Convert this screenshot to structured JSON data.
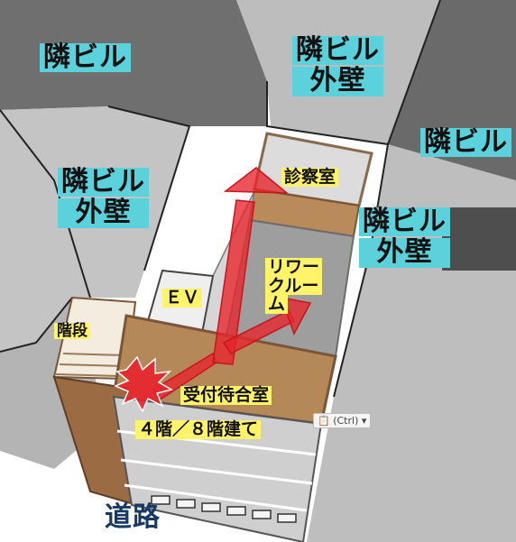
{
  "labels": {
    "neighbor_building_top_left": "隣ビル",
    "neighbor_wall_top_center_line1": "隣ビル",
    "neighbor_wall_top_center_line2": "外壁",
    "neighbor_building_right": "隣ビル",
    "neighbor_wall_left_line1": "隣ビル",
    "neighbor_wall_left_line2": "外壁",
    "neighbor_wall_right_line1": "隣ビル",
    "neighbor_wall_right_line2": "外壁",
    "exam_room": "診察室",
    "recovery_room_line1": "リワー",
    "recovery_room_line2": "クルー",
    "recovery_room_line3": "ム",
    "elevator": "ＥＶ",
    "stairs": "階段",
    "reception_waiting": "受付待合室",
    "floor_info": "４階／８階建て",
    "road": "道路"
  },
  "paste_options": {
    "label": "(Ctrl)",
    "icon": "clipboard-icon"
  },
  "colors": {
    "neighbor_label_bg": "#5bd1dc",
    "room_label_bg": "#fff36a",
    "arrow": "#e8242c",
    "building_gray": "#c9c9c9",
    "wood": "#c89566"
  }
}
